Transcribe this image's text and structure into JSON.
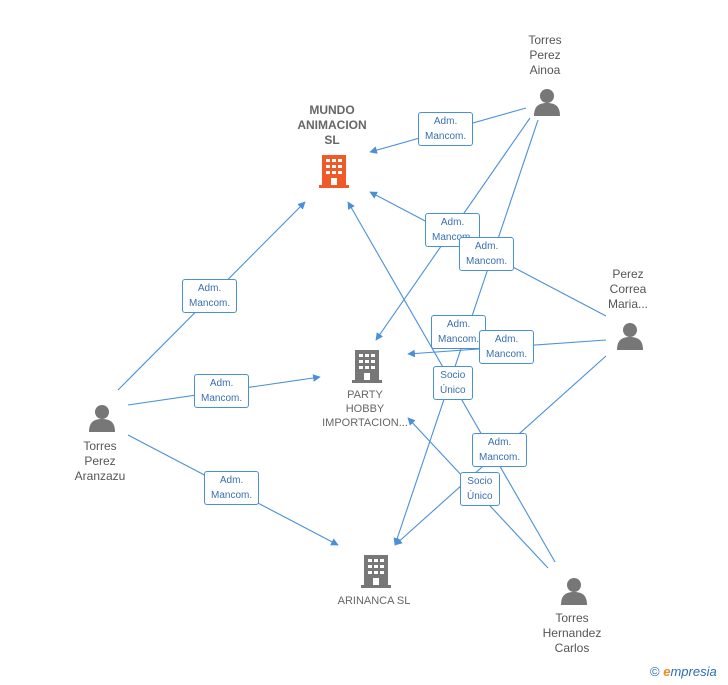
{
  "nodes": {
    "mundo": {
      "label": "MUNDO\nANIMACION\nSL",
      "kind": "company",
      "color": "#f05a28"
    },
    "party": {
      "label": "PARTY\nHOBBY\nIMPORTACION...",
      "kind": "company",
      "color": "#777777"
    },
    "arinanca": {
      "label": "ARINANCA  SL",
      "kind": "company",
      "color": "#777777"
    },
    "ainoa": {
      "label": "Torres\nPerez\nAinoa",
      "kind": "person",
      "color": "#777777"
    },
    "maria": {
      "label": "Perez\nCorrea\nMaria...",
      "kind": "person",
      "color": "#777777"
    },
    "aranzazu": {
      "label": "Torres\nPerez\nAranzazu",
      "kind": "person",
      "color": "#777777"
    },
    "carlos": {
      "label": "Torres\nHernandez\nCarlos",
      "kind": "person",
      "color": "#777777"
    }
  },
  "relations": {
    "r1": "Adm.\nMancom.",
    "r2": "Adm.\nMancom.",
    "r3": "Adm.\nMancom.",
    "r4": "Adm.\nMancom.",
    "r5": "Adm.\nMancom.",
    "r6": "Adm.\nMancom.",
    "r7": "Adm.\nMancom.",
    "r8": "Socio\nÚnico",
    "r9": "Adm.\nMancom.",
    "r10": "Socio\nÚnico"
  },
  "footer": {
    "copyright": "©",
    "brand_first": "e",
    "brand_rest": "mpresia"
  },
  "colors": {
    "edge": "#4a90d9",
    "accent": "#f05a28"
  }
}
